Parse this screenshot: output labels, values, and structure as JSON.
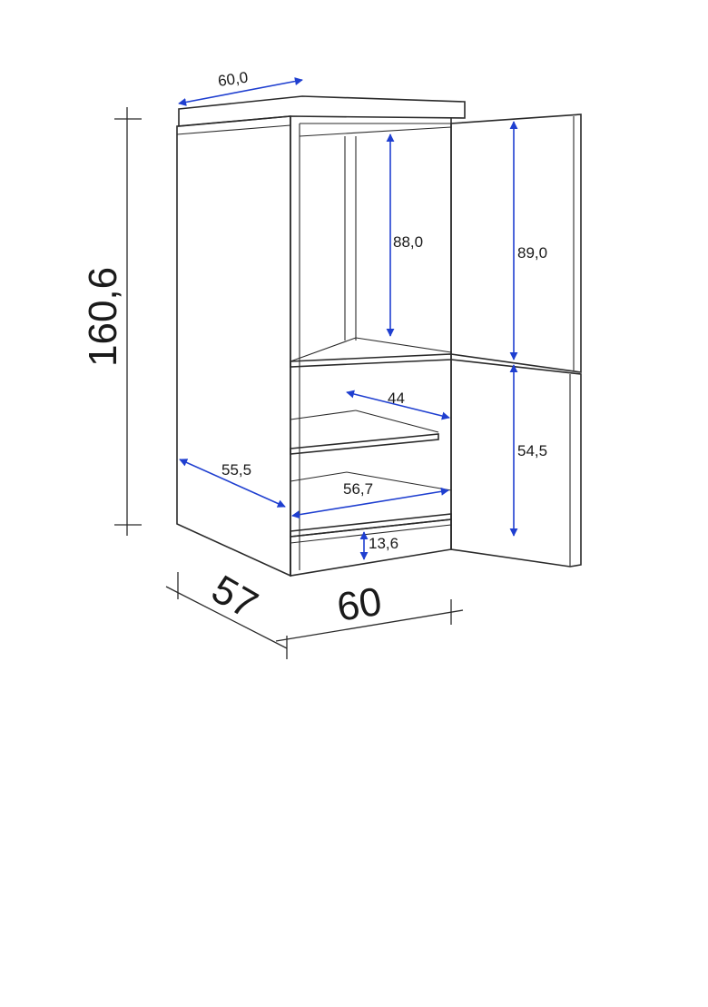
{
  "dimensions": {
    "top_width": "60,0",
    "height_total": "160,6",
    "upper_inner_height": "88,0",
    "upper_door_height": "89,0",
    "shelf_depth": "44",
    "lower_door_height": "54,5",
    "side_depth": "55,5",
    "inner_width": "56,7",
    "plinth_height": "13,6",
    "depth": "57",
    "width": "60"
  },
  "colors": {
    "dimension_line": "#1f3fd0",
    "outline": "#2a2a2a"
  }
}
